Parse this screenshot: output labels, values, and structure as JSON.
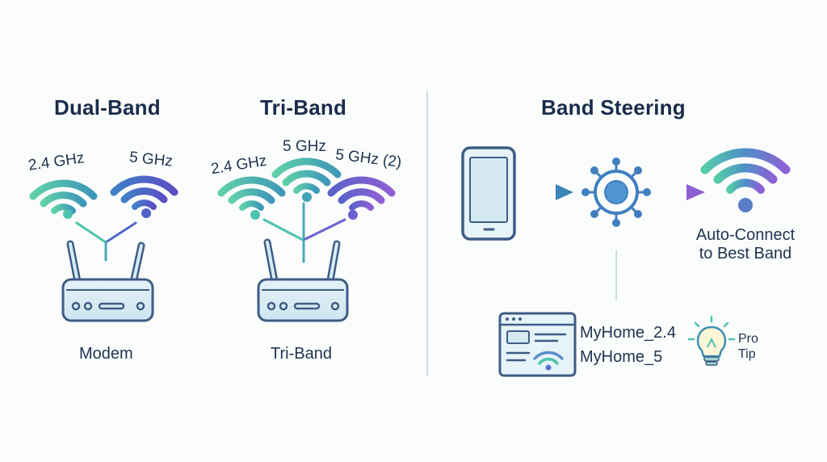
{
  "sections": {
    "dual_band": {
      "title": "Dual-Band",
      "bands": [
        "2.4 GHz",
        "5 GHz"
      ],
      "caption": "Modem"
    },
    "tri_band": {
      "title": "Tri-Band",
      "bands": [
        "2.4 GHz",
        "5 GHz",
        "5 GHz (2)"
      ],
      "caption": "Tri-Band"
    },
    "band_steering": {
      "title": "Band Steering",
      "result_line1": "Auto-Connect",
      "result_line2": "to Best Band",
      "ssids": [
        "MyHome_2.4",
        "MyHome_5"
      ],
      "tip_line1": "Pro",
      "tip_line2": "Tip"
    }
  },
  "colors": {
    "teal": "#4cc3ae",
    "blue": "#4f63c6",
    "purple": "#8a63d2",
    "outline": "#3d5d86",
    "fill": "#d9ecf3"
  }
}
